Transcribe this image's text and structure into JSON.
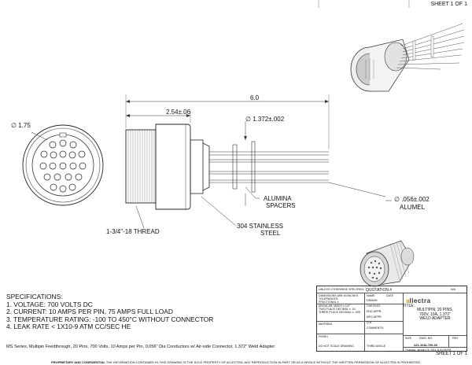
{
  "sheet": {
    "top": "SHEET 1 OF 1",
    "bottom": "SHEET 1 OF 1"
  },
  "dims": {
    "overall": "6.0",
    "body_len": "2.54±.06",
    "weld_dia": "∅ 1.372±.002",
    "face_dia": "∅ 1.75",
    "pin_dia": "∅ .056±.002",
    "pin_mat": "ALUMEL",
    "spacers_1": "ALUMINA",
    "spacers_2": "SPACERS",
    "thread": "1-3/4\"-18 THREAD",
    "steel_1": "304 STAINLESS",
    "steel_2": "STEEL"
  },
  "specs": {
    "title": "SPECIFICATIONS:",
    "items": [
      "1.  VOLTAGE:  700 VOLTS DC",
      "2.  CURRENT: 10 AMPS PER PIN, 75 AMPS FULL LOAD",
      "3.  TEMPERATURE  RATING:  -100 TO 450°C WITHOUT CONNECTOR",
      "4.  LEAK RATE < 1X10-9 ATM CC/SEC HE"
    ]
  },
  "description": "MS Series, Multipin Feedthrough, 20 Pins, 700 Volts, 10 Amps per Pin, 0.056\" Dia Conductors w/ Air-side Connector, 1.372\" Weld Adapter",
  "titleblock": {
    "quotation": "QUOTATION #",
    "logo_a": "a",
    "logo_rest": "llectra",
    "title_head": "TITLE:",
    "title_lines": [
      "MULTIPIN, 20 PINS,",
      "700V, 10A, 1.372\"",
      "WELD ADAPTER"
    ],
    "unless": "UNLESS OTHERWISE SPECIFIED:",
    "dims_in": "DIMENSIONS ARE IN INCHES",
    "tol": "TOLERANCES:",
    "frac": "FRACTIONAL ±",
    "angular": "ANGULAR: MACH ± 1/2°",
    "two_place": "TWO PLACE DECIMAL ± .01",
    "three_place": "THREE PLACE DECIMAL ± .005",
    "material": "MATERIAL",
    "finish": "FINISH",
    "do_not_scale": "DO NOT SCALE DRAWING",
    "name": "NAME",
    "date": "DATE",
    "drawn": "DRAWN",
    "checked": "CHECKED",
    "eng_appr": "ENG APPR.",
    "mfg_appr": "MFG APPR.",
    "qa": "Q.A.",
    "comments": "COMMENTS:",
    "third_angle": "THIRD ANGLE",
    "na": "N/A",
    "size": "SIZE",
    "dwg_no": "DWG.  NO.",
    "rev": "REV",
    "dwg_number": "221-10AL700-20",
    "date_line": "Thursday, January 16, 2014 11:51:06 PM",
    "sheet": "SHEET 1 OF 1"
  },
  "footer": {
    "bold": "PROPRIETARY AND CONFIDENTIAL",
    "text": "THE INFORMATION CONTAINED IN THIS DRAWING IS THE SOLE PROPERTY OF ALLECTRA.  ANY REPRODUCTION IN PART OR AS A WHOLE WITHOUT THE WRITTEN PERMISSION OF ALLECTRA IS PROHIBITED."
  }
}
